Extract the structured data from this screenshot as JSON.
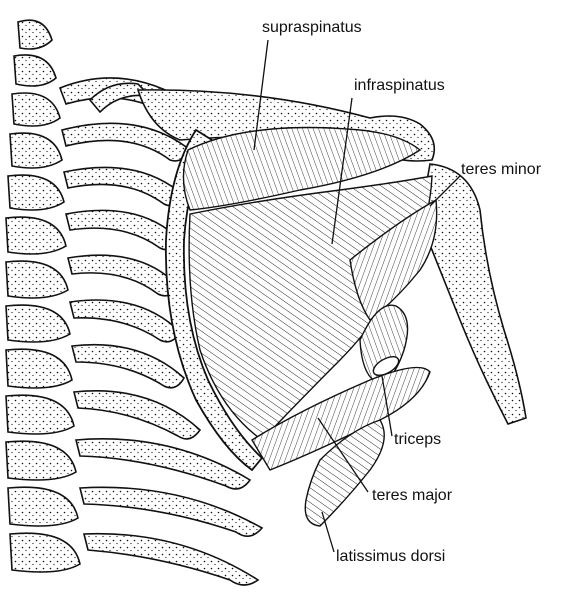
{
  "labels": {
    "supraspinatus": "supraspinatus",
    "infraspinatus": "infraspinatus",
    "teres_minor": "teres minor",
    "triceps": "triceps",
    "teres_major": "teres major",
    "latissimus_dorsi": "latissimus dorsi"
  },
  "colors": {
    "ink": "#111111",
    "paper": "#ffffff"
  }
}
